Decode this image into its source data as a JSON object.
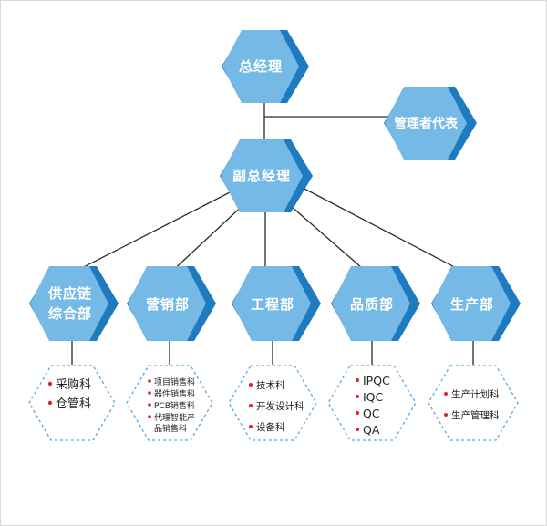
{
  "colors": {
    "hex_face": "#75b9e6",
    "hex_shadow": "#1f7bbf",
    "dashed_outline": "#5aa6dc",
    "bullet": "#e02424",
    "connector": "#2b2b2b"
  },
  "top": {
    "general_manager": "总经理",
    "management_representative": "管理者代表",
    "deputy_general_manager": "副总经理"
  },
  "departments": [
    {
      "label": [
        "供应链",
        "综合部"
      ],
      "items": [
        "采购科",
        "仓管科"
      ]
    },
    {
      "label": [
        "营销部"
      ],
      "items": [
        "项目销售科",
        "器件销售科",
        "PCB销售科",
        "代理智能产",
        "品销售科"
      ]
    },
    {
      "label": [
        "工程部"
      ],
      "items": [
        "技术科",
        "开发设计科",
        "设备科"
      ]
    },
    {
      "label": [
        "品质部"
      ],
      "items": [
        "IPQC",
        "IQC",
        "QC",
        "QA"
      ]
    },
    {
      "label": [
        "生产部"
      ],
      "items": [
        "生产计划科",
        "生产管理科"
      ]
    }
  ]
}
